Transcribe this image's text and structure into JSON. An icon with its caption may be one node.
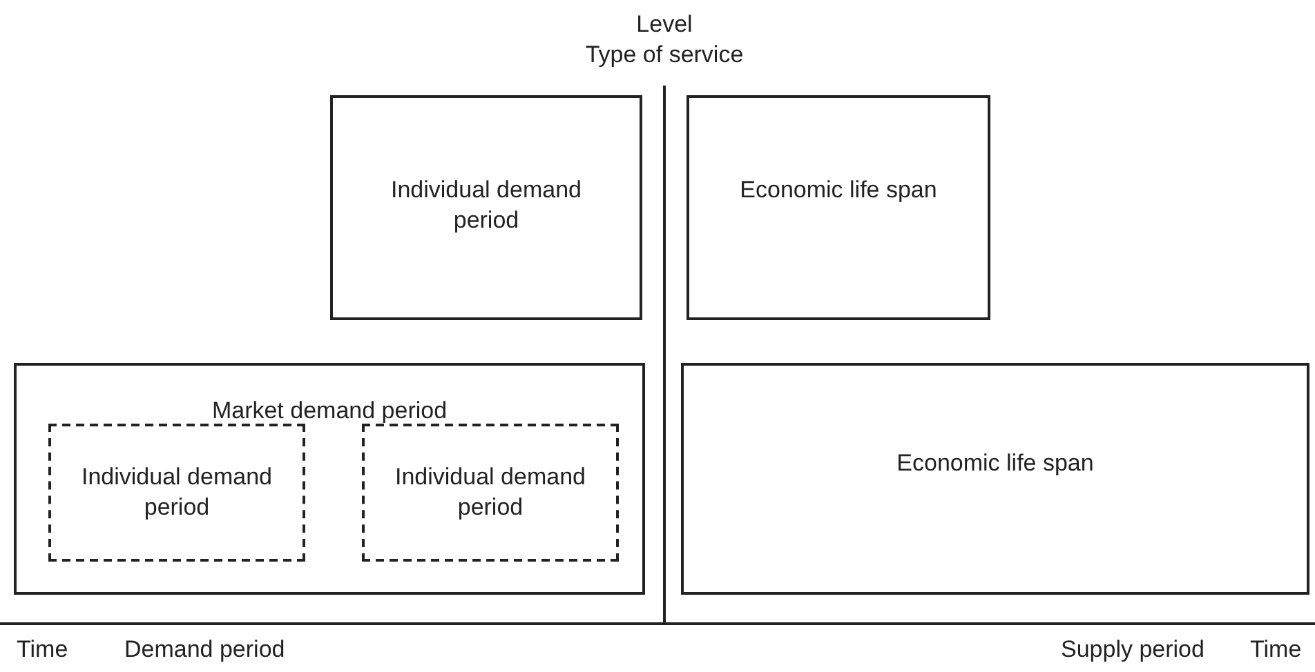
{
  "diagram": {
    "nodes": [
      {
        "text": [
          "Individual demand period"
        ]
      },
      {
        "text": [
          "Economic life span"
        ]
      },
      {
        "text": [
          "Market demand period"
        ]
      },
      {
        "text": [
          "Individual demand period"
        ],
        "in": 2
      },
      {
        "text": [
          "Individual demand period"
        ],
        "in": 2
      },
      {
        "text": [
          "Economic life span"
        ]
      }
    ],
    "labels": [
      "Level",
      "Type of service",
      "Time",
      "Demand period",
      "Supply period",
      "Time"
    ]
  }
}
